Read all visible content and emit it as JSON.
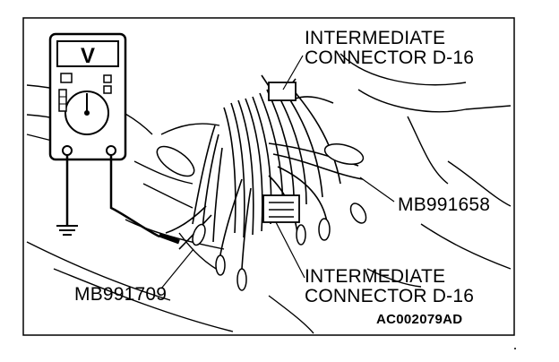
{
  "labels": {
    "connector_top_line1": "INTERMEDIATE",
    "connector_top_line2": "CONNECTOR D-16",
    "connector_bottom_line1": "INTERMEDIATE",
    "connector_bottom_line2": "CONNECTOR D-16",
    "tool_right": "MB991658",
    "tool_left": "MB991709",
    "figure_code": "AC002079AD"
  },
  "meter": {
    "display": "V"
  },
  "icons": [
    "voltmeter-icon",
    "ground-symbol-icon"
  ],
  "colors": {
    "ink": "#000000",
    "paper": "#ffffff"
  }
}
